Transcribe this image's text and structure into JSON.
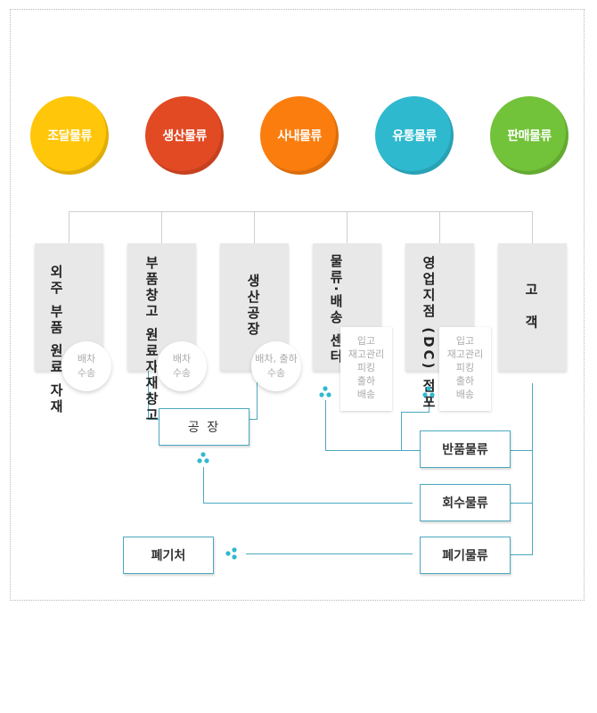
{
  "categories": [
    "조달물류",
    "생산물류",
    "사내물류",
    "유통물류",
    "판매물류"
  ],
  "colors": {
    "circle_1": "#ffc60a",
    "circle_2": "#e24a24",
    "circle_3": "#fb7d0e",
    "circle_4": "#2fb9cf",
    "circle_5": "#72c23a",
    "connector": "#4ba9bf",
    "card": "#e8e8e8"
  },
  "nodes": [
    {
      "name": "외주 부품 원료 자재"
    },
    {
      "name": "부품창고 원료자재창고"
    },
    {
      "name": "생산공장"
    },
    {
      "name": "물류·배송 센터"
    },
    {
      "name": "영업지점 (DC) 점포"
    },
    {
      "name": "고 객"
    }
  ],
  "bubbles": {
    "b1": "배차\n수송",
    "b2": "배차\n수송",
    "b3": "배차, 출하\n수송"
  },
  "memos": {
    "m1": "입고\n재고관리\n피킹\n출하\n배송",
    "m2": "입고\n재고관리\n피킹\n출하\n배송"
  },
  "boxes": {
    "factory": "공 장",
    "return": "반품물류",
    "recovery": "회수물류",
    "disposal": "폐기물류",
    "disposal_site": "폐기처"
  },
  "icons": {
    "flow": "cluster-dots-icon"
  }
}
